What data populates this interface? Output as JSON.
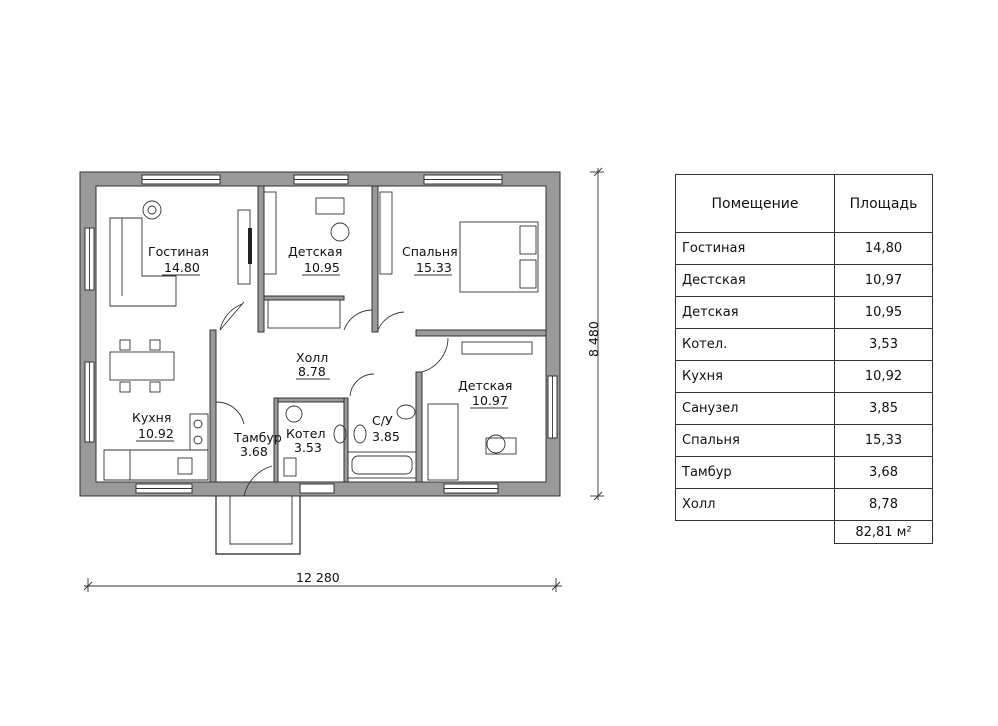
{
  "rooms": [
    {
      "name": "Гостиная",
      "area": "14.80"
    },
    {
      "name": "Детская",
      "area": "10.95"
    },
    {
      "name": "Спальня",
      "area": "15.33"
    },
    {
      "name": "Холл",
      "area": "8.78"
    },
    {
      "name": "Детская",
      "area": "10.97"
    },
    {
      "name": "Кухня",
      "area": "10.92"
    },
    {
      "name": "Тамбур",
      "area": "3.68"
    },
    {
      "name": "Котел",
      "area": "3.53"
    },
    {
      "name": "С/У",
      "area": "3.85"
    }
  ],
  "dimensions": {
    "width": "12 280",
    "height": "8 480"
  },
  "table": {
    "header": {
      "room": "Помещение",
      "area": "Площадь"
    },
    "rows": [
      {
        "room": "Гостиная",
        "area": "14,80"
      },
      {
        "room": "Дестская",
        "area": "10,97"
      },
      {
        "room": "Детская",
        "area": "10,95"
      },
      {
        "room": "Котел.",
        "area": "3,53"
      },
      {
        "room": "Кухня",
        "area": "10,92"
      },
      {
        "room": "Санузел",
        "area": "3,85"
      },
      {
        "room": "Спальня",
        "area": "15,33"
      },
      {
        "room": "Тамбур",
        "area": "3,68"
      },
      {
        "room": "Холл",
        "area": "8,78"
      }
    ],
    "total": "82,81 м²"
  }
}
